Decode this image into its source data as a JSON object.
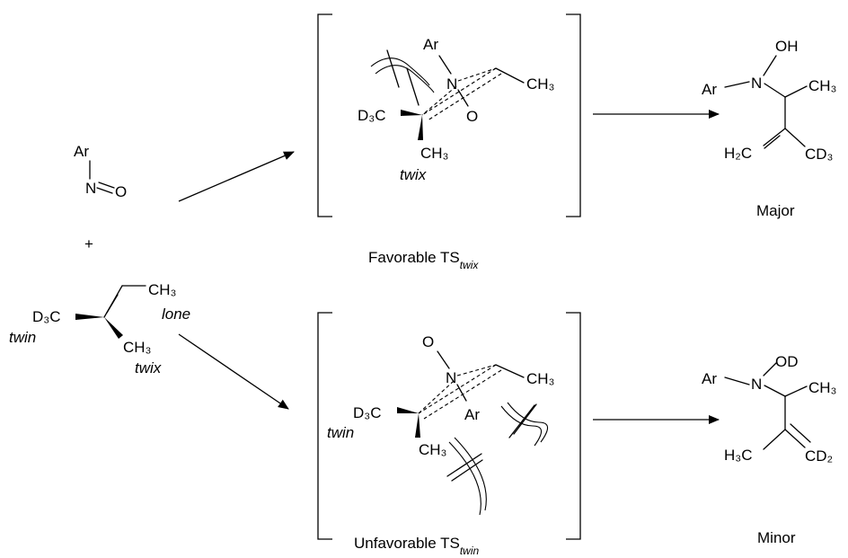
{
  "reactants": {
    "nitroso": {
      "ar": "Ar",
      "n": "N",
      "o": "O"
    },
    "plus": "+",
    "alkene": {
      "d3c": "D₃C",
      "ch3_top": "CH₃",
      "ch3_bottom": "CH₃",
      "lone": "lone",
      "twin": "twin",
      "twix": "twix"
    }
  },
  "ts_favorable": {
    "ar": "Ar",
    "n": "N",
    "o": "O",
    "ch3_right": "CH₃",
    "d3c": "D₃C",
    "ch3_bottom": "CH₃",
    "tag": "twix",
    "caption_main": "Favorable TS",
    "caption_sub": "twix"
  },
  "ts_unfavorable": {
    "o": "O",
    "n": "N",
    "ar": "Ar",
    "ch3_right": "CH₃",
    "d3c": "D₃C",
    "ch3_bottom": "CH₃",
    "tag": "twin",
    "caption_main": "Unfavorable TS",
    "caption_sub": "twin"
  },
  "product_major": {
    "oh": "OH",
    "ar": "Ar",
    "n": "N",
    "ch3": "CH₃",
    "h2c": "H₂C",
    "cd3": "CD₃",
    "label": "Major"
  },
  "product_minor": {
    "od": "OD",
    "ar": "Ar",
    "n": "N",
    "ch3": "CH₃",
    "h3c": "H₃C",
    "cd2": "CD₂",
    "label": "Minor"
  }
}
